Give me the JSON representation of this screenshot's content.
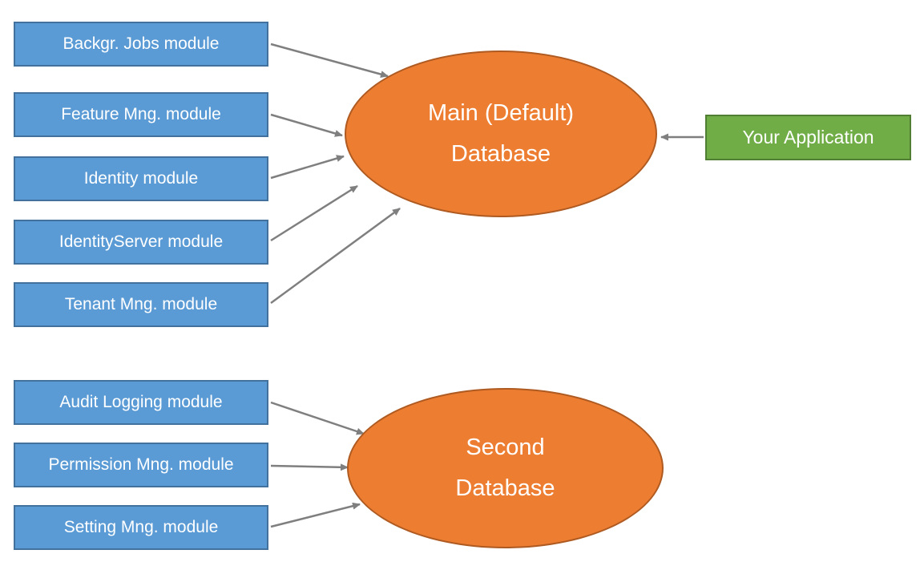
{
  "colors": {
    "module_fill": "#5B9BD5",
    "module_border": "#41719C",
    "database_fill": "#ED7D31",
    "database_border": "#AE5A21",
    "app_fill": "#70AD47",
    "app_border": "#507E32",
    "arrow": "#7F7F7F"
  },
  "main_group": {
    "modules": [
      {
        "label": "Backgr. Jobs module"
      },
      {
        "label": "Feature Mng. module"
      },
      {
        "label": "Identity module"
      },
      {
        "label": "IdentityServer module"
      },
      {
        "label": "Tenant Mng. module"
      }
    ],
    "database": {
      "line1": "Main (Default)",
      "line2": "Database"
    },
    "application": {
      "label": "Your Application"
    }
  },
  "second_group": {
    "modules": [
      {
        "label": "Audit Logging module"
      },
      {
        "label": "Permission Mng. module"
      },
      {
        "label": "Setting Mng. module"
      }
    ],
    "database": {
      "line1": "Second",
      "line2": "Database"
    }
  }
}
